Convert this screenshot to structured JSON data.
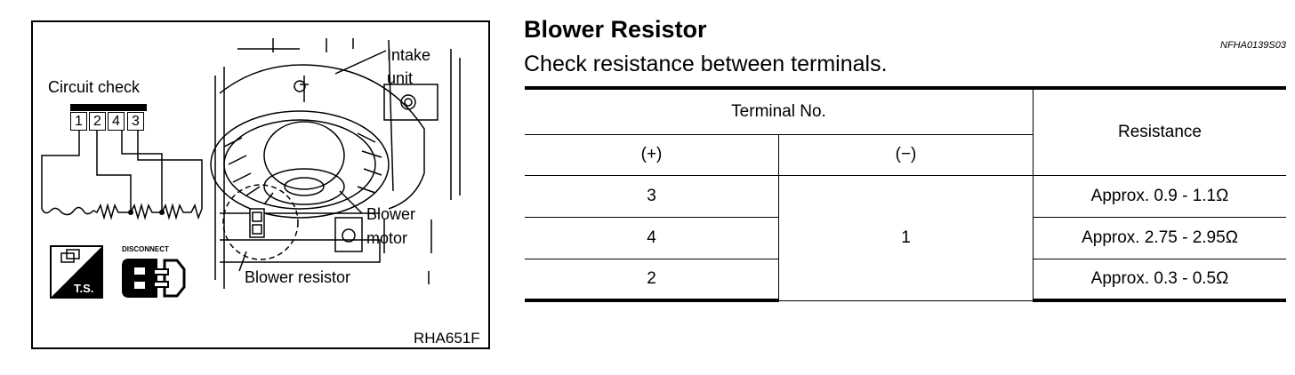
{
  "figure": {
    "circuit_check_label": "Circuit check",
    "terminals": [
      "1",
      "2",
      "4",
      "3"
    ],
    "labels": {
      "intake_unit_line1": "Intake",
      "intake_unit_line2": "unit",
      "blower_motor_line1": "Blower",
      "blower_motor_line2": "motor",
      "blower_resistor": "Blower resistor",
      "ts_badge": "T.S.",
      "disconnect": "DISCONNECT",
      "figure_id": "RHA651F"
    }
  },
  "section": {
    "title": "Blower Resistor",
    "subtitle": "Check resistance between terminals.",
    "code": "NFHA0139S03"
  },
  "table": {
    "header_group": "Terminal No.",
    "header_plus": "(+)",
    "header_minus": "(−)",
    "header_resistance": "Resistance",
    "common_minus": "1",
    "rows": [
      {
        "plus": "3",
        "resistance": "Approx. 0.9 - 1.1Ω"
      },
      {
        "plus": "4",
        "resistance": "Approx. 2.75 - 2.95Ω"
      },
      {
        "plus": "2",
        "resistance": "Approx. 0.3 - 0.5Ω"
      }
    ]
  }
}
